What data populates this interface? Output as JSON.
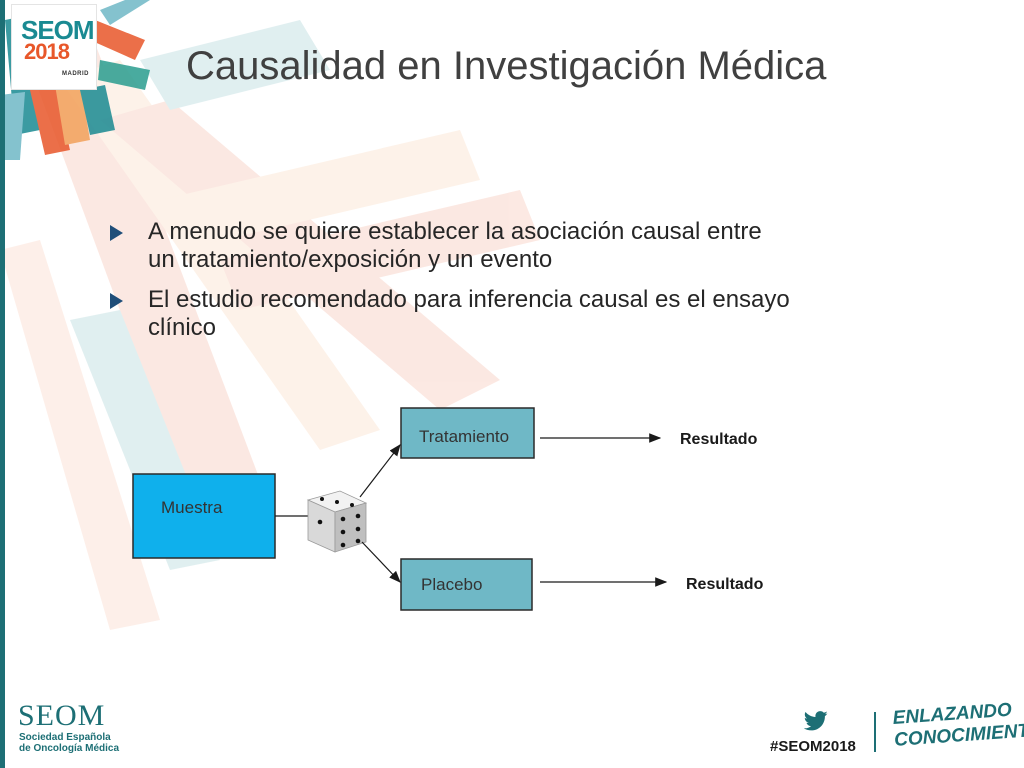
{
  "header": {
    "logo": {
      "line1": "SEOM",
      "line2": "2018",
      "line3": "MADRID"
    },
    "title": "Causalidad en Investigación Médica"
  },
  "bullets": [
    {
      "text": "A menudo se quiere establecer la asociación causal entre un tratamiento/exposición y un evento"
    },
    {
      "text": "El estudio recomendado para inferencia causal es el ensayo clínico"
    }
  ],
  "diagram": {
    "sample_label": "Muestra",
    "treatment_label": "Tratamiento",
    "placebo_label": "Placebo",
    "result_top": "Resultado",
    "result_bottom": "Resultado",
    "randomizer_icon": "dice-icon",
    "colors": {
      "sample_fill": "#0fb0ec",
      "arm_fill": "#6fb8c6",
      "box_border": "#2a2a2a"
    }
  },
  "footer": {
    "org_name": "SEOM",
    "org_sub_line1": "Sociedad Española",
    "org_sub_line2": "de Oncología Médica",
    "hashtag": "#SEOM2018",
    "slogan_line1": "ENLAZANDO",
    "slogan_line2": "CONOCIMIENTO",
    "twitter_icon": "twitter-bird-icon"
  },
  "colors": {
    "brand_teal": "#1d6f75",
    "brand_orange": "#e8572a",
    "bullet_marker": "#1f4e79"
  }
}
